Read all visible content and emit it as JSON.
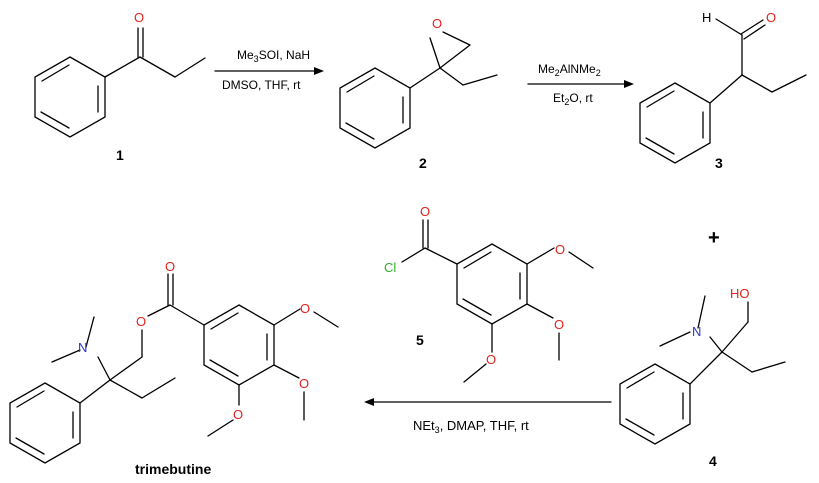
{
  "compounds": {
    "c1": "1",
    "c2": "2",
    "c3": "3",
    "c4": "4",
    "c5": "5",
    "product": "trimebutine"
  },
  "atoms": {
    "oxygen": "O",
    "nitrogen": "N",
    "chlorine": "Cl",
    "hydrogen": "H",
    "hydroxyl": "HO"
  },
  "reagents": {
    "step1_top_a": "Me",
    "step1_top_sub": "3",
    "step1_top_b": "SOI, NaH",
    "step1_bottom": "DMSO, THF, rt",
    "step2_top_a": "Me",
    "step2_top_sub1": "2",
    "step2_top_b": "AlNMe",
    "step2_top_sub2": "2",
    "step2_bottom_a": "Et",
    "step2_bottom_sub": "2",
    "step2_bottom_b": "O, rt",
    "step3_a": "NEt",
    "step3_sub": "3",
    "step3_b": ", DMAP, THF, rt"
  },
  "plus_sign": "+"
}
